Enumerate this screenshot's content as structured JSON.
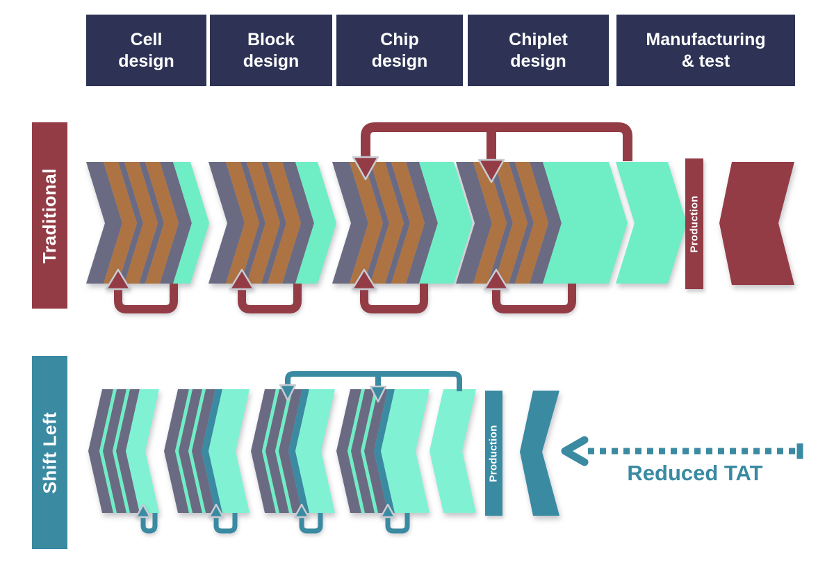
{
  "colors": {
    "navy": "#2e3355",
    "red": "#933c46",
    "teal": "#3a8aa2",
    "mint": "#6feec6",
    "mint_light": "#80f2d3",
    "gray": "#6a6b82",
    "brown": "#ae7343",
    "arrow_outline": "#c9ccd3",
    "background": "#ffffff"
  },
  "header": {
    "stages": [
      {
        "line1": "Cell",
        "line2": "design"
      },
      {
        "line1": "Block",
        "line2": "design"
      },
      {
        "line1": "Chip",
        "line2": "design"
      },
      {
        "line1": "Chiplet",
        "line2": "design"
      },
      {
        "line1": "Manufacturing",
        "line2": "& test"
      }
    ]
  },
  "rows": {
    "traditional": {
      "label": "Traditional",
      "production_label": "Production"
    },
    "shift_left": {
      "label": "Shift Left",
      "production_label": "Production",
      "annotation": "Reduced TAT"
    }
  }
}
